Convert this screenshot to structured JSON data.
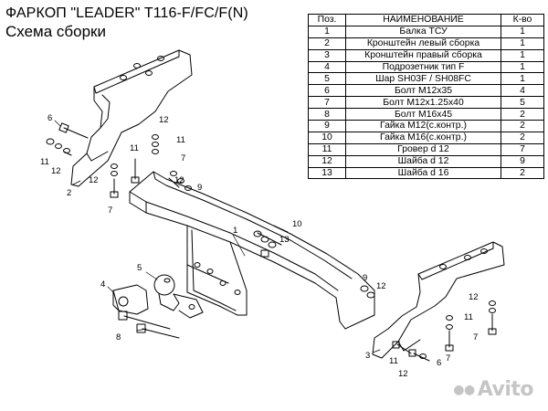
{
  "header": {
    "title": "ФАРКОП \"LEADER\" T116-F/FC/F(N)",
    "subtitle": "Схема сборки"
  },
  "parts_table": {
    "columns": [
      "Поз.",
      "НАИМЕНОВАНИЕ",
      "К-во"
    ],
    "rows": [
      {
        "pos": "1",
        "name": "Балка ТСУ",
        "qty": "1"
      },
      {
        "pos": "2",
        "name": "Кронштейн левый сборка",
        "qty": "1"
      },
      {
        "pos": "3",
        "name": "Кронштейн правый сборка",
        "qty": "1"
      },
      {
        "pos": "4",
        "name": "Подрозетник тип F",
        "qty": "1"
      },
      {
        "pos": "5",
        "name": "Шар SH03F / SH08FC",
        "qty": "1"
      },
      {
        "pos": "6",
        "name": "Болт М12х35",
        "qty": "4"
      },
      {
        "pos": "7",
        "name": "Болт М12х1.25х40",
        "qty": "5"
      },
      {
        "pos": "8",
        "name": "Болт М16х45",
        "qty": "2"
      },
      {
        "pos": "9",
        "name": "Гайка М12(с.контр.)",
        "qty": "2"
      },
      {
        "pos": "10",
        "name": "Гайка  М16(с.контр.)",
        "qty": "2"
      },
      {
        "pos": "11",
        "name": "Гровер d 12",
        "qty": "7"
      },
      {
        "pos": "12",
        "name": "Шайба d 12",
        "qty": "9"
      },
      {
        "pos": "13",
        "name": "Шайба d 16",
        "qty": "2"
      }
    ]
  },
  "callouts": [
    "1",
    "2",
    "3",
    "4",
    "5",
    "6",
    "7",
    "8",
    "9",
    "10",
    "11",
    "12",
    "13"
  ],
  "watermark": {
    "text": "Avito"
  },
  "colors": {
    "line": "#000000",
    "background": "#ffffff",
    "watermark": "#969696"
  }
}
